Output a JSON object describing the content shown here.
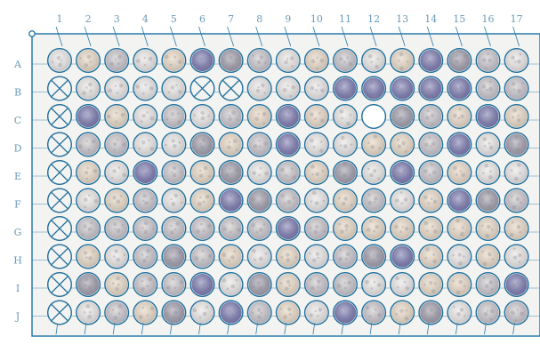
{
  "columns": [
    "1",
    "2",
    "3",
    "4",
    "5",
    "6",
    "7",
    "8",
    "9",
    "10",
    "11",
    "12",
    "13",
    "14",
    "15",
    "16",
    "17"
  ],
  "rows": [
    "A",
    "B",
    "C",
    "D",
    "E",
    "F",
    "G",
    "H",
    "I",
    "J"
  ],
  "crossed_cores": [
    {
      "row": "B",
      "col": "1"
    },
    {
      "row": "B",
      "col": "6"
    },
    {
      "row": "B",
      "col": "7"
    },
    {
      "row": "C",
      "col": "1"
    },
    {
      "row": "D",
      "col": "1"
    },
    {
      "row": "E",
      "col": "1"
    },
    {
      "row": "F",
      "col": "1"
    },
    {
      "row": "G",
      "col": "1"
    },
    {
      "row": "H",
      "col": "1"
    },
    {
      "row": "I",
      "col": "1"
    },
    {
      "row": "J",
      "col": "1"
    }
  ],
  "empty_cores": [
    {
      "row": "C",
      "col": "12"
    }
  ],
  "colors": {
    "grid_line": "#2a7aa8",
    "circle_outline": "#1f6f9c",
    "label": "#6a9ab8",
    "paper": "#ffffff",
    "slide": "#f3f3f1"
  }
}
